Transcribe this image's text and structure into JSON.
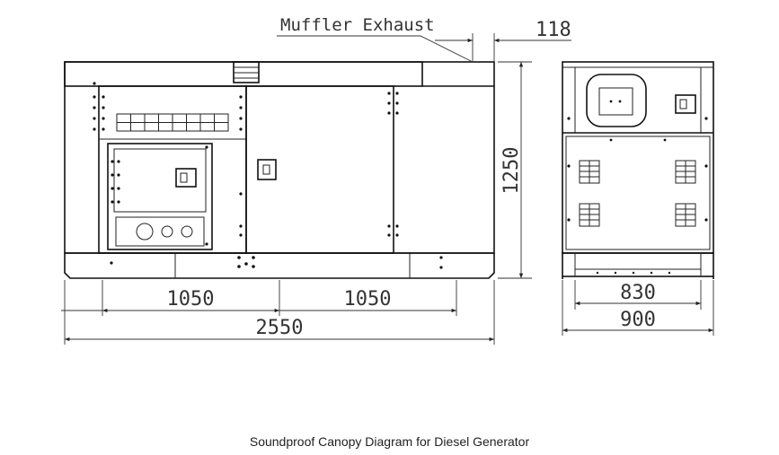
{
  "labels": {
    "muffler": "Muffler Exhaust"
  },
  "dimensions": {
    "muffler_offset": "118",
    "height": "1250",
    "front_left_width": "1050",
    "front_right_width": "1050",
    "total_length": "2550",
    "side_inner_width": "830",
    "side_total_width": "900"
  },
  "caption": "Soundproof Canopy Diagram for Diesel Generator"
}
